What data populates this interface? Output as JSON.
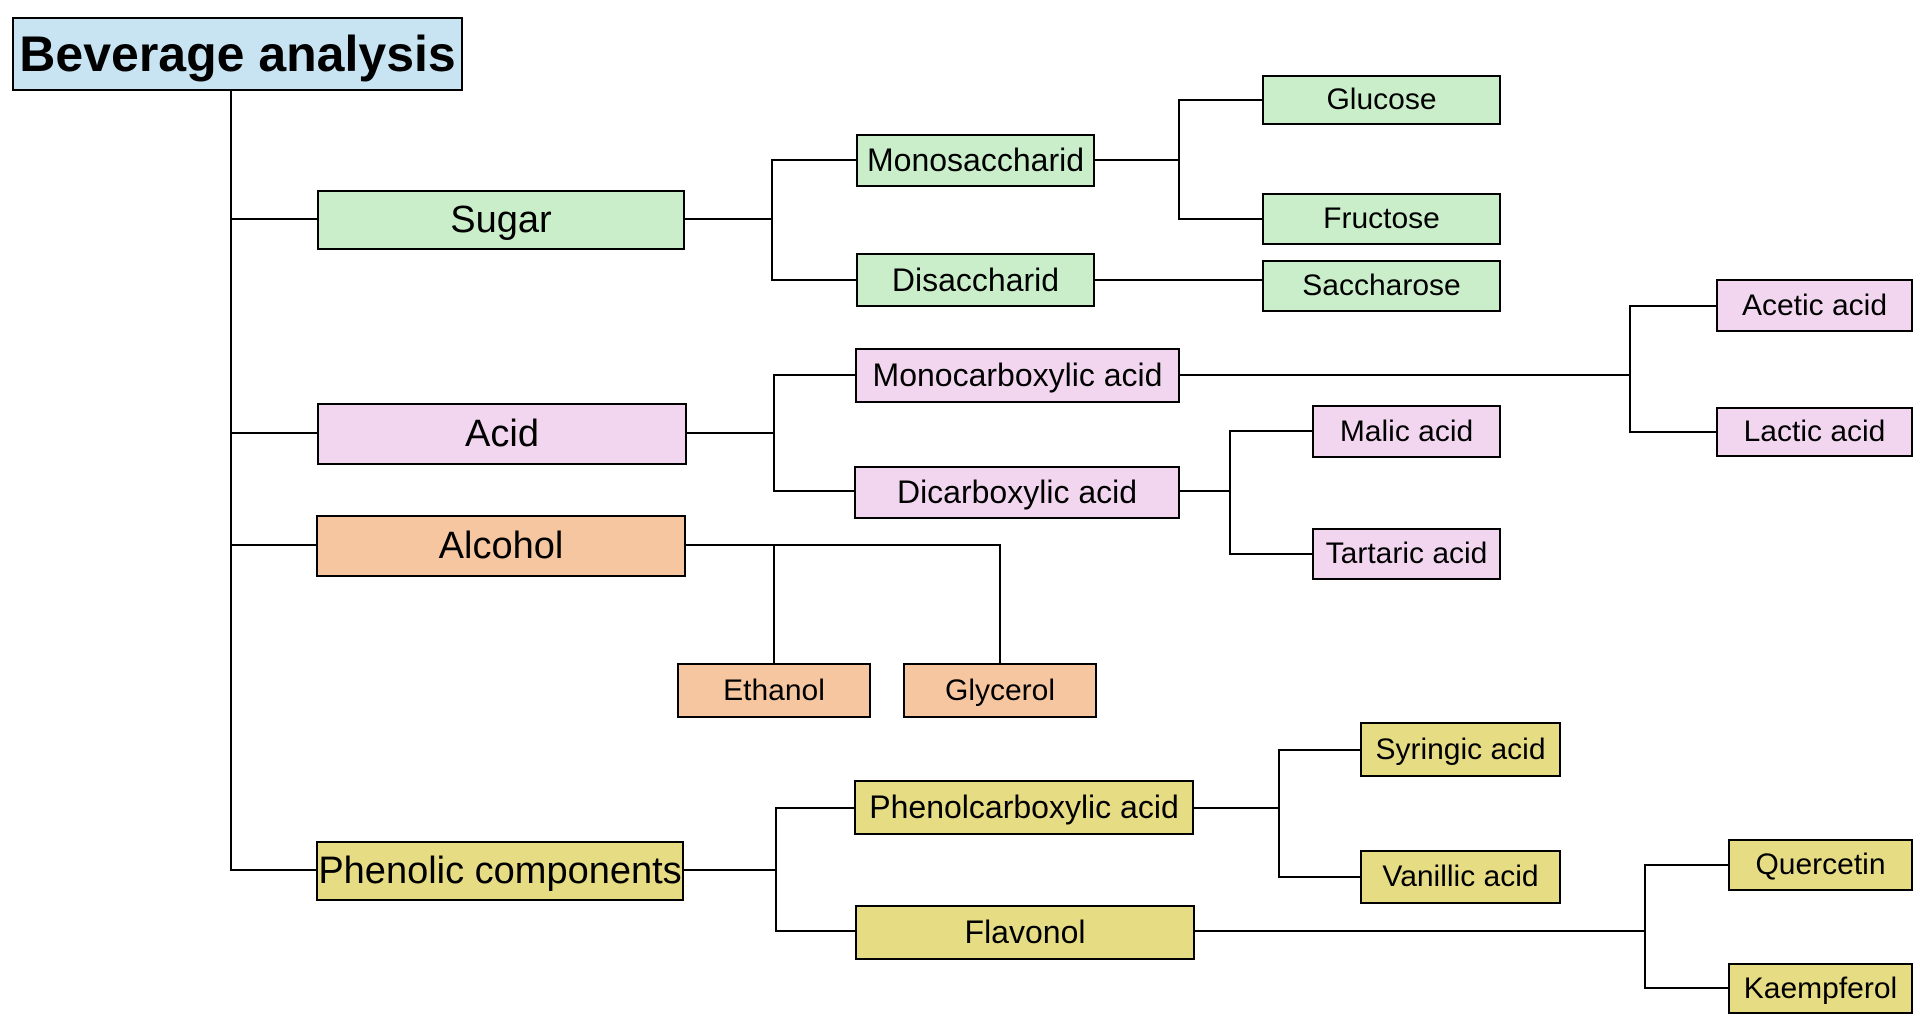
{
  "diagram": {
    "title": "Beverage analysis",
    "background": "#FFFFFF",
    "colors": {
      "title": "#C8E4F2",
      "sugar": "#C9EEC9",
      "acid": "#F2D6F0",
      "alcohol": "#F6C6A1",
      "phenolic": "#E5DC84",
      "border": "#000000",
      "line": "#000000"
    },
    "branches": [
      {
        "label": "Sugar",
        "children": [
          {
            "label": "Monosaccharid",
            "children": [
              {
                "label": "Glucose"
              },
              {
                "label": "Fructose"
              }
            ]
          },
          {
            "label": "Disaccharid",
            "children": [
              {
                "label": "Saccharose"
              }
            ]
          }
        ]
      },
      {
        "label": "Acid",
        "children": [
          {
            "label": "Monocarboxylic acid",
            "children": [
              {
                "label": "Acetic acid"
              },
              {
                "label": "Lactic acid"
              }
            ]
          },
          {
            "label": "Dicarboxylic acid",
            "children": [
              {
                "label": "Malic acid"
              },
              {
                "label": "Tartaric acid"
              }
            ]
          }
        ]
      },
      {
        "label": "Alcohol",
        "children": [
          {
            "label": "Ethanol"
          },
          {
            "label": "Glycerol"
          }
        ]
      },
      {
        "label": "Phenolic components",
        "children": [
          {
            "label": "Phenolcarboxylic acid",
            "children": [
              {
                "label": "Syringic acid"
              },
              {
                "label": "Vanillic acid"
              }
            ]
          },
          {
            "label": "Flavonol",
            "children": [
              {
                "label": "Quercetin"
              },
              {
                "label": "Kaempferol"
              }
            ]
          }
        ]
      }
    ]
  }
}
